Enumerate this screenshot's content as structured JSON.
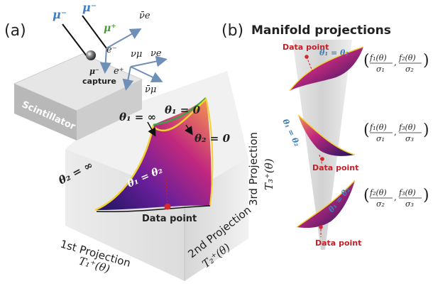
{
  "colors": {
    "muon_blue": "#3f7fbf",
    "green": "#4e9a3a",
    "data_red": "#c0202a",
    "curve_yellow": "#f2d230",
    "curve_green": "#3aa34a",
    "manifold_dark": "#2a1a6e",
    "manifold_mid": "#a3218f",
    "manifold_warm": "#f0784a"
  },
  "panel_a": {
    "label": "(a)",
    "particles": {
      "mu_minus_1": "μ⁻",
      "mu_minus_2": "μ⁻",
      "mu_plus": "μ⁺",
      "nu_e_bar": "ν̄e",
      "e_minus": "e⁻",
      "nu_mu": "νμ",
      "nu_e": "νe",
      "e_plus": "e⁺",
      "nu_mu_bar": "ν̄μ",
      "mu_capture_sym": "μ⁻",
      "capture": "capture"
    },
    "scintillator": "Scintillator",
    "curve_labels": {
      "theta1_inf": "θ₁ = ∞",
      "theta1_zero": "θ₁ = 0",
      "theta2_zero": "θ₂ = 0",
      "theta2_inf": "θ₂ = ∞",
      "theta_eq": "θ₁ = θ₂"
    },
    "data_point": "Data point",
    "axes": {
      "first_line1": "1st Projection",
      "first_line2": "T₁⁺(θ)",
      "second_line1": "2nd Projection",
      "second_line2": "T₂⁺(θ)",
      "third_line1": "3rd Projection",
      "third_line2": "T₃⁺(θ)"
    }
  },
  "panel_b": {
    "label": "(b)",
    "title": "Manifold projections",
    "projections": [
      {
        "data_point": "Data point",
        "eq": "θ₁ = θ₂",
        "formula_num1": "f₁(θ)",
        "formula_den1": "σ₁",
        "formula_num2": "f₂(θ)",
        "formula_den2": "σ₂"
      },
      {
        "data_point": "Data point",
        "eq": "θ₁ = θ₂",
        "formula_num1": "f₁(θ)",
        "formula_den1": "σ₁",
        "formula_num2": "f₃(θ)",
        "formula_den2": "σ₃"
      },
      {
        "data_point": "Data point",
        "eq": "θ₁ = θ₂",
        "formula_num1": "f₂(θ)",
        "formula_den1": "σ₂",
        "formula_num2": "f₃(θ)",
        "formula_den2": "σ₃"
      }
    ]
  }
}
